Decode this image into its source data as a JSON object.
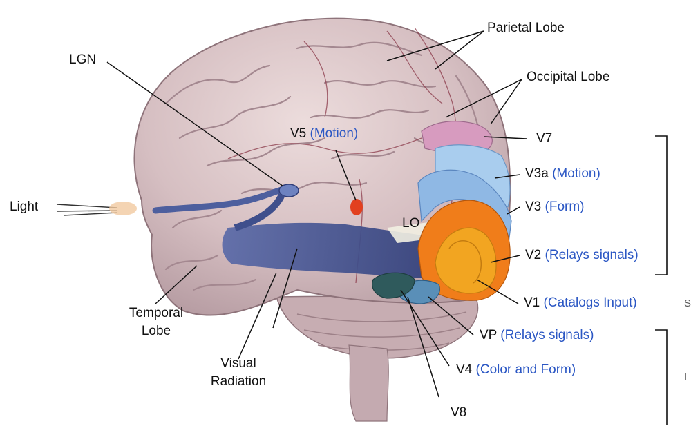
{
  "colors": {
    "brain": "#d9c2c4",
    "gyri_shadow": "#9b7d84",
    "pathway": "#3f4f8c",
    "v1": "#f2a521",
    "v2": "#f07d1a",
    "v3": "#8fb8e4",
    "v3a": "#a9cdee",
    "v7": "#d79bbf",
    "v5": "#e2401f",
    "label_blue": "#2b57c4",
    "leader": "#111111"
  },
  "labels": {
    "light": "Light",
    "lgn": "LGN",
    "parietal": "Parietal Lobe",
    "occipital": "Occipital Lobe",
    "v5": "V5",
    "v5_role": "(Motion)",
    "lo": "LO",
    "v7": "V7",
    "v3a": "V3a",
    "v3a_role": "(Motion)",
    "v3": "V3",
    "v3_role": "(Form)",
    "v2": "V2",
    "v2_role": "(Relays signals)",
    "v1": "V1",
    "v1_role": "(Catalogs Input)",
    "vp": "VP",
    "vp_role": "(Relays signals)",
    "v4": "V4",
    "v4_role": "(Color and Form)",
    "v8": "V8",
    "temporal_line1": "Temporal",
    "temporal_line2": "Lobe",
    "visual_line1": "Visual",
    "visual_line2": "Radiation",
    "edge_1": "S",
    "edge_2": "I"
  }
}
